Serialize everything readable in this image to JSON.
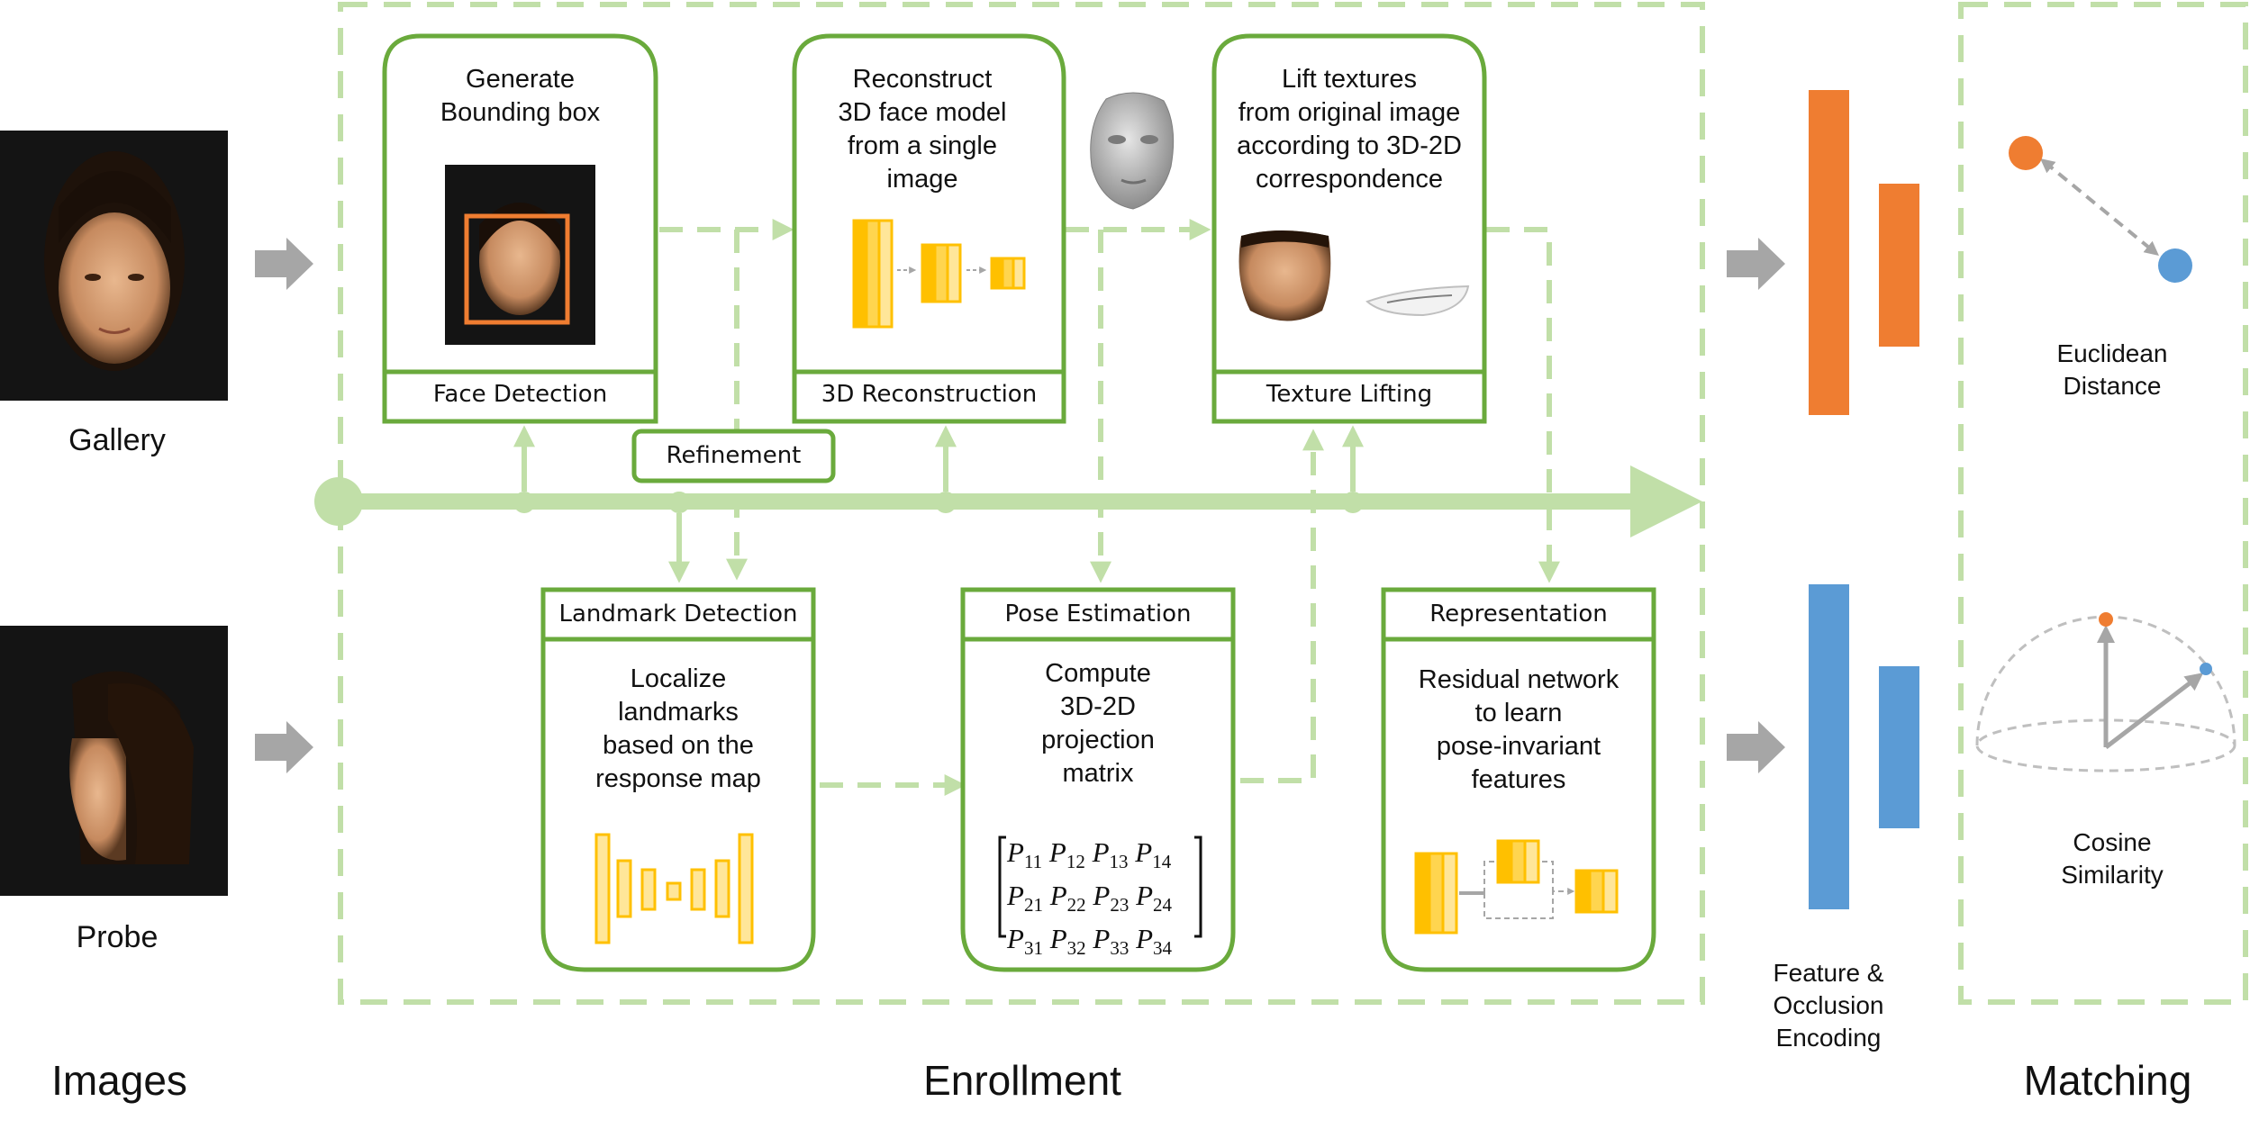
{
  "columns": {
    "images": "Images",
    "enrollment": "Enrollment",
    "matching": "Matching"
  },
  "inputs": {
    "gallery": "Gallery",
    "probe": "Probe"
  },
  "modules": {
    "face_detection": {
      "tab": "Face Detection",
      "text": "Generate\nBounding box"
    },
    "reconstruction": {
      "tab": "3D Reconstruction",
      "text": "Reconstruct\n3D face model\nfrom a single\nimage"
    },
    "texture_lifting": {
      "tab": "Texture Lifting",
      "text": "Lift textures\nfrom original image\naccording to 3D-2D\ncorrespondence"
    },
    "landmark_detection": {
      "tab": "Landmark Detection",
      "text": "Localize\nlandmarks\nbased on the\nresponse map"
    },
    "pose_estimation": {
      "tab": "Pose Estimation",
      "text": "Compute\n3D-2D\nprojection\nmatrix"
    },
    "representation": {
      "tab": "Representation",
      "text": "Residual network\nto learn\npose-invariant\nfeatures"
    }
  },
  "refinement": "Refinement",
  "matrix": {
    "rows": [
      [
        "11",
        "12",
        "13",
        "14"
      ],
      [
        "21",
        "22",
        "23",
        "24"
      ],
      [
        "31",
        "32",
        "33",
        "34"
      ]
    ],
    "symbol": "P"
  },
  "encoding_label": "Feature &\nOcclusion\nEncoding",
  "matching": {
    "euclidean": "Euclidean\nDistance",
    "cosine": "Cosine\nSimilarity"
  },
  "colors": {
    "green_dark": "#6aaa3c",
    "green_light": "#c1dfa8",
    "orange": "#ef7d31",
    "blue": "#5b9bd5",
    "gray": "#a6a6a6",
    "yellow": "#ffc000",
    "yellow_light": "#ffe699"
  }
}
